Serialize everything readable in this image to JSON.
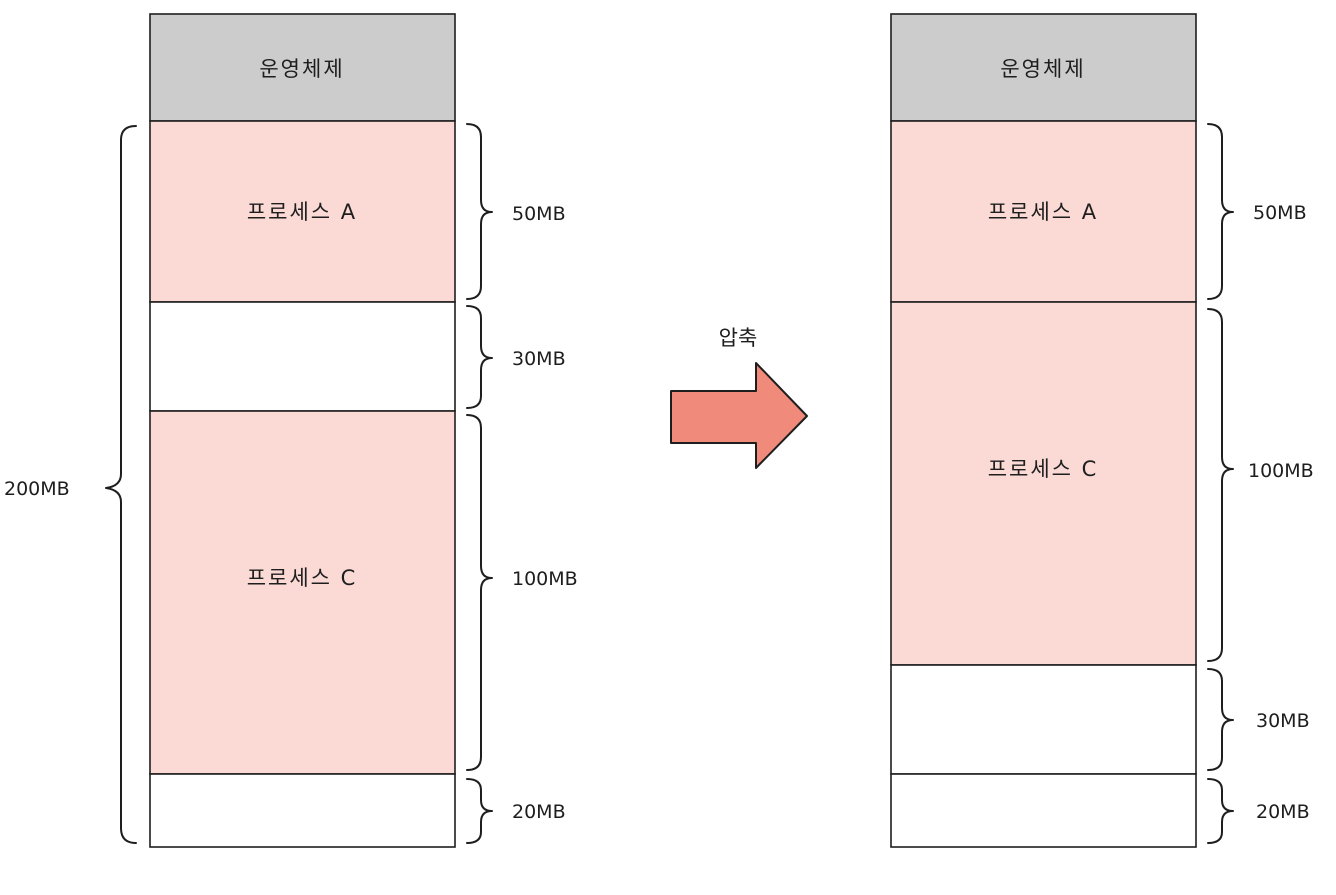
{
  "colors": {
    "os_fill": "#cccccc",
    "process_fill": "#fbdad6",
    "free_fill": "#ffffff",
    "outline": "#1e1e1e",
    "arrow_fill": "#f08a7a"
  },
  "left_memory": {
    "blocks": [
      {
        "label": "운영체제",
        "kind": "os"
      },
      {
        "label": "프로세스 A",
        "kind": "process",
        "size": "50MB"
      },
      {
        "label": "",
        "kind": "free",
        "size": "30MB"
      },
      {
        "label": "프로세스 C",
        "kind": "process",
        "size": "100MB"
      },
      {
        "label": "",
        "kind": "free",
        "size": "20MB"
      }
    ],
    "total_label": "200MB"
  },
  "arrow": {
    "label": "압축",
    "icon": "right-arrow-icon"
  },
  "right_memory": {
    "blocks": [
      {
        "label": "운영체제",
        "kind": "os"
      },
      {
        "label": "프로세스 A",
        "kind": "process",
        "size": "50MB"
      },
      {
        "label": "프로세스 C",
        "kind": "process",
        "size": "100MB"
      },
      {
        "label": "",
        "kind": "free",
        "size": "30MB"
      },
      {
        "label": "",
        "kind": "free",
        "size": "20MB"
      }
    ]
  }
}
